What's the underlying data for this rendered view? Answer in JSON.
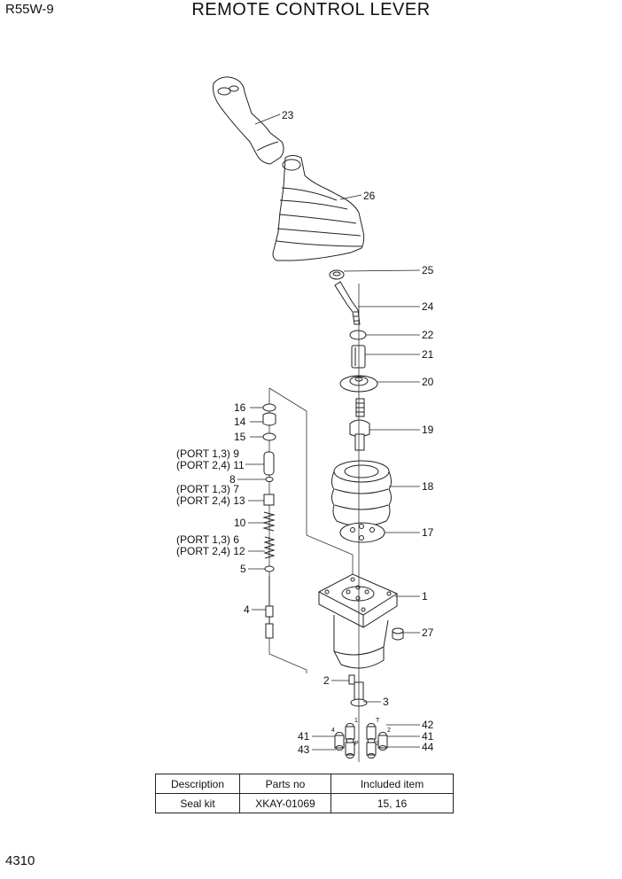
{
  "header": {
    "model": "R55W-9",
    "title": "REMOTE CONTROL LEVER"
  },
  "footer": {
    "page_number": "4310"
  },
  "callouts": {
    "c1": "1",
    "c2": "2",
    "c3": "3",
    "c4": "4",
    "c5": "5",
    "c8": "8",
    "c10": "10",
    "c14": "14",
    "c15": "15",
    "c16": "16",
    "c17": "17",
    "c18": "18",
    "c19": "19",
    "c20": "20",
    "c21": "21",
    "c22": "22",
    "c23": "23",
    "c24": "24",
    "c25": "25",
    "c26": "26",
    "c27": "27",
    "c41a": "41",
    "c41b": "41",
    "c42": "42",
    "c43": "43",
    "c44": "44",
    "port9": "(PORT 1,3)  9",
    "port11": "(PORT 2,4) 11",
    "port7": "(PORT 1,3) 7",
    "port13": "(PORT 2,4) 13",
    "port6": "(PORT 1,3)  6",
    "port12": "(PORT 2,4) 12"
  },
  "port_marks": {
    "p1": "1",
    "p2": "2",
    "p3": "3",
    "p4": "4",
    "pP": "P",
    "pT": "T"
  },
  "kit_table": {
    "headers": [
      "Description",
      "Parts no",
      "Included item"
    ],
    "rows": [
      [
        "Seal kit",
        "XKAY-01069",
        "15, 16"
      ]
    ]
  }
}
